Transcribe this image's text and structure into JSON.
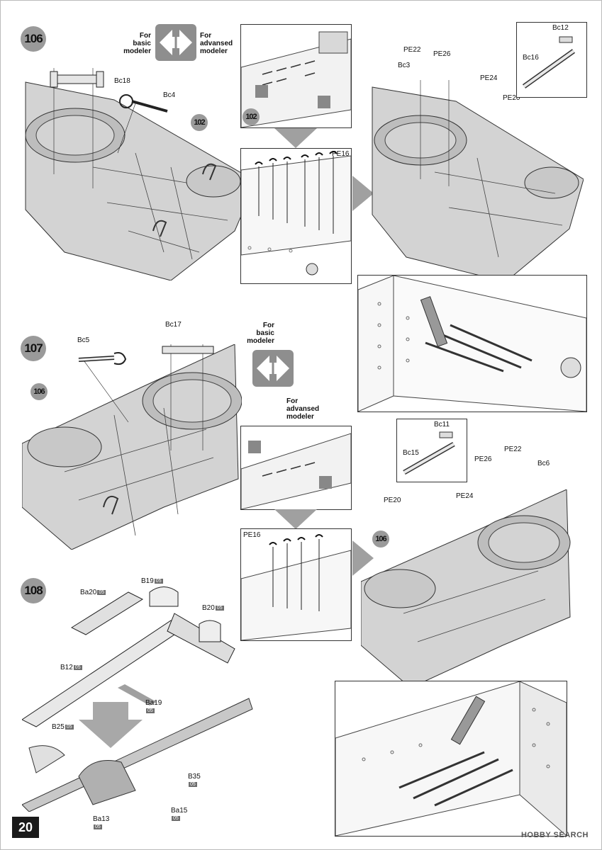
{
  "page_number": "20",
  "watermark": "HOBBY SEARCH",
  "steps": {
    "s106": "106",
    "s107": "107",
    "s108": "108"
  },
  "modeler_choice": {
    "basic": "For\nbasic\nmodeler",
    "advanced": "For\nadvansed\nmodeler"
  },
  "refs": {
    "r102": "102",
    "r106": "106",
    "r102b": "102",
    "r106b": "106"
  },
  "parts_106": {
    "bc18": "Bc18",
    "bc4": "Bc4",
    "bc12": "Bc12",
    "bc16": "Bc16",
    "bc3": "Bc3",
    "pe22": "PE22",
    "pe26": "PE26",
    "pe24": "PE24",
    "pe20": "PE20",
    "pe16": "PE16"
  },
  "parts_107": {
    "bc5": "Bc5",
    "bc17": "Bc17",
    "bc11": "Bc11",
    "bc15": "Bc15",
    "pe26": "PE26",
    "pe22": "PE22",
    "bc6": "Bc6",
    "pe20": "PE20",
    "pe24": "PE24",
    "pe16": "PE16"
  },
  "parts_108": {
    "ba20": "Ba20",
    "b19": "B19",
    "b20": "B20",
    "b12": "B12",
    "ba19": "Ba19",
    "b25": "B25",
    "b35": "B35",
    "ba13": "Ba13",
    "ba15": "Ba15",
    "sprue": "05"
  }
}
